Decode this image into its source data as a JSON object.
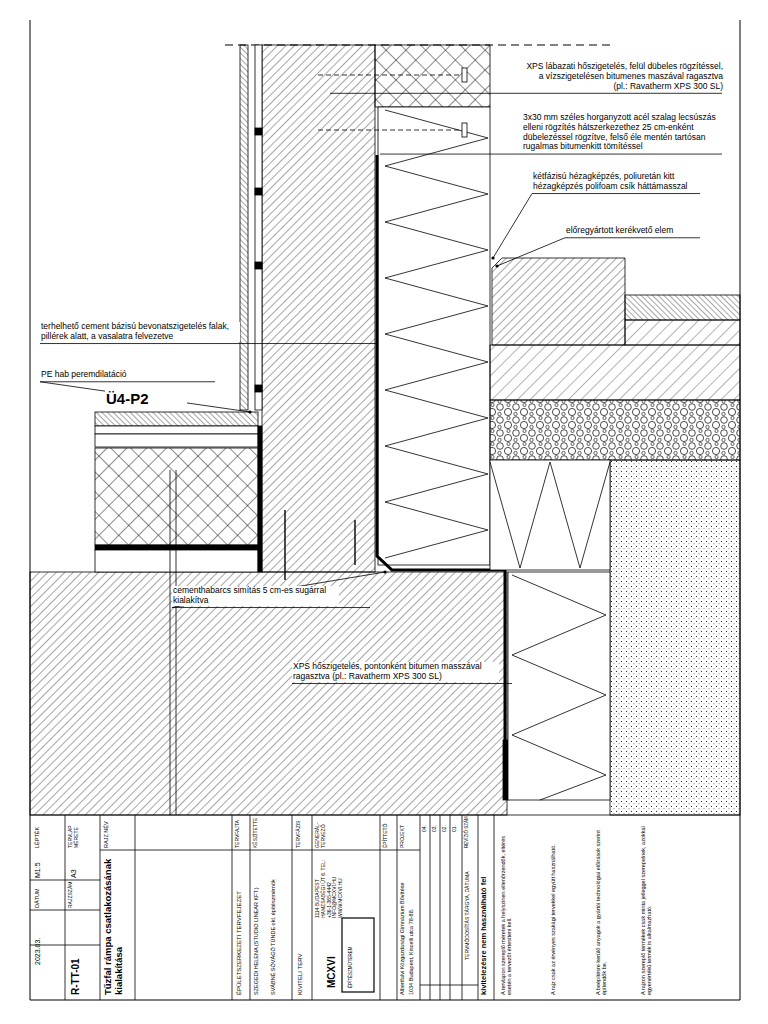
{
  "diagram": {
    "labels": [
      "XPS lábazati hőszigetelés, felül dübeles rögzítéssel, a vízszigetelésen bitumenes maszával ragasztva (pl.: Ravatherm XPS 300 SL)",
      "3x30 mm széles horganyzott acél szalag lecsúszás elleni rögzítés hátszerkezethez 25 cm-enként dübelezéssel rögzítve, felső éle mentén tartósan rugalmas bitumenkitt tömítéssel",
      "kétfázisú hézagképzés, poliuretán kitt hézagképzés polifoam csík háttámasszal",
      "előregyártott kerékvető elem",
      "terhelhető cement bázisú bevonatszigetelés falak, pillérek alatt, a vasalatra felvezetve",
      "PE hab peremdilatáció",
      "Ü4-P2",
      "cementhabarcs simítás 5 cm-es sugárral kialakítva",
      "XPS hőszigetelés, pontonként bitumen masszával ragasztva (pl.: Ravatherm XPS 300 SL)",
      "LÉPTÉK",
      "M1:5",
      "DÁTUM",
      "2023.03.",
      "TERVLAP MÉRETE",
      "A3",
      "RAJZSZÁM",
      "R-TT-01",
      "RAJZ NÉV",
      "Tűzfal rámpa csatlakozásának kialakítása",
      "TERVFAJTA",
      "ÉPÜLETSZERKEZETI TERVFEJEZET",
      "KÉSZÍTETTE",
      "SZEGEDI HELENA (STUDIO LINEAR KFT.)",
      "SVÁBNÉ SÓVÁGÓ TÜNDE okl. építészmérnök",
      "TERVFÁZIS",
      "KIVITELI TERV",
      "GENERÁL-TERVEZŐ",
      "1114 BUDAPEST HAMZSABÉGI ÚT 6. TEL: +36-1-365-4442 INFO@MCXVI.HU WWW.MCXVI.HU",
      "MCXVI",
      "ÉPÍTÉSZMŰTEREM",
      "ÉPÍTTETŐ",
      "PROJEKT",
      "Albertfalvi Közgazdasági Gimnázium Bővítése",
      "1034 Budapest, Kiscelli utca 78-88.",
      "04.",
      "03.",
      "02.",
      "01.",
      "REVÍZIÓ SZÁM",
      "TERVMÓDOSÍTÁS TÁRGYA, DÁTUMA",
      "kivitelezésre nem használható fel",
      "A tervlapon szereplő méretek a helyszínen ellenőrzendők, eltérés esetén a tervezőt értesíteni kell.",
      "A rajz csak az érvényes szakági tervekkel együtt használható.",
      "A beépítésre kerülő anyagok a gyártói technológiai előírások szerint építendők be.",
      "A rajzon szereplő termékek csak minta jelleggel szerepelnek, azokkal egyenértékű termék is alkalmazható."
    ]
  }
}
